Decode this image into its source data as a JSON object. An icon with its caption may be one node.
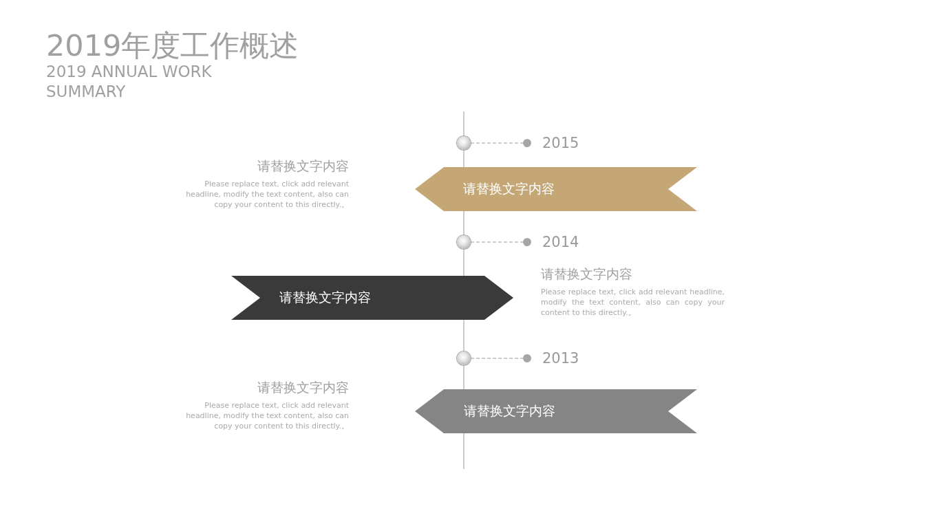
{
  "diagram": {
    "title": "2019年度工作概述",
    "nodes": [
      {
        "text": [],
        "shape": "circle"
      },
      {
        "text": [],
        "shape": "circle",
        "beside": [
          "2015"
        ]
      },
      {
        "text": [
          "请替换文字内容"
        ]
      },
      {
        "text": [],
        "shape": "circle"
      },
      {
        "text": [],
        "shape": "circle",
        "beside": [
          "2014"
        ]
      },
      {
        "text": [
          "请替换文字内容"
        ]
      },
      {
        "text": [],
        "shape": "circle"
      },
      {
        "text": [],
        "shape": "circle",
        "beside": [
          "2013"
        ]
      },
      {
        "text": [
          "请替换文字内容"
        ]
      }
    ],
    "edges": [
      {
        "from": 0,
        "to": 1,
        "arrow": "none",
        "style": "dashed"
      },
      {
        "from": 3,
        "to": 4,
        "arrow": "none",
        "style": "dashed"
      },
      {
        "from": 6,
        "to": 7,
        "arrow": "none",
        "style": "dashed"
      }
    ],
    "labels": [
      "2019 ANNUAL WORK SUMMARY",
      "请替换文字内容",
      "Please replace text, click add relevant headline, modify the text content, also can copy your content to this directly.。",
      "请替换文字内容",
      "Please replace text, click add relevant headline, modify the text content, also can copy your content to this directly.。",
      "请替换文字内容",
      "Please replace text, click add relevant headline, modify the text content, also can copy your content to this directly.。"
    ]
  }
}
